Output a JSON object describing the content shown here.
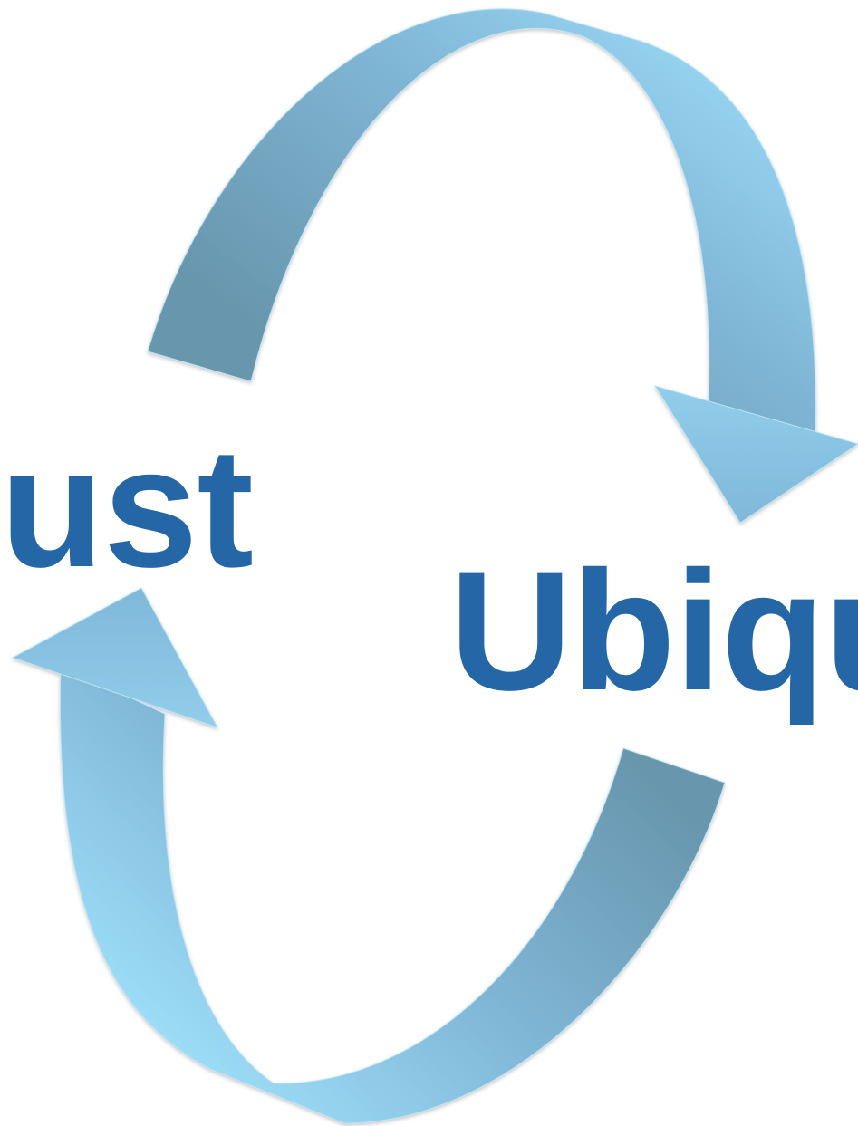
{
  "words": {
    "left": "ust",
    "right": "Ubiqu"
  },
  "colors": {
    "text": "#2567a6",
    "arrow_dark": "#6896ad",
    "arrow_mid": "#7fbadb",
    "arrow_light": "#9ee0fb"
  },
  "icons": {
    "top_arrow": "clockwise-arrow",
    "bottom_arrow": "clockwise-arrow"
  }
}
